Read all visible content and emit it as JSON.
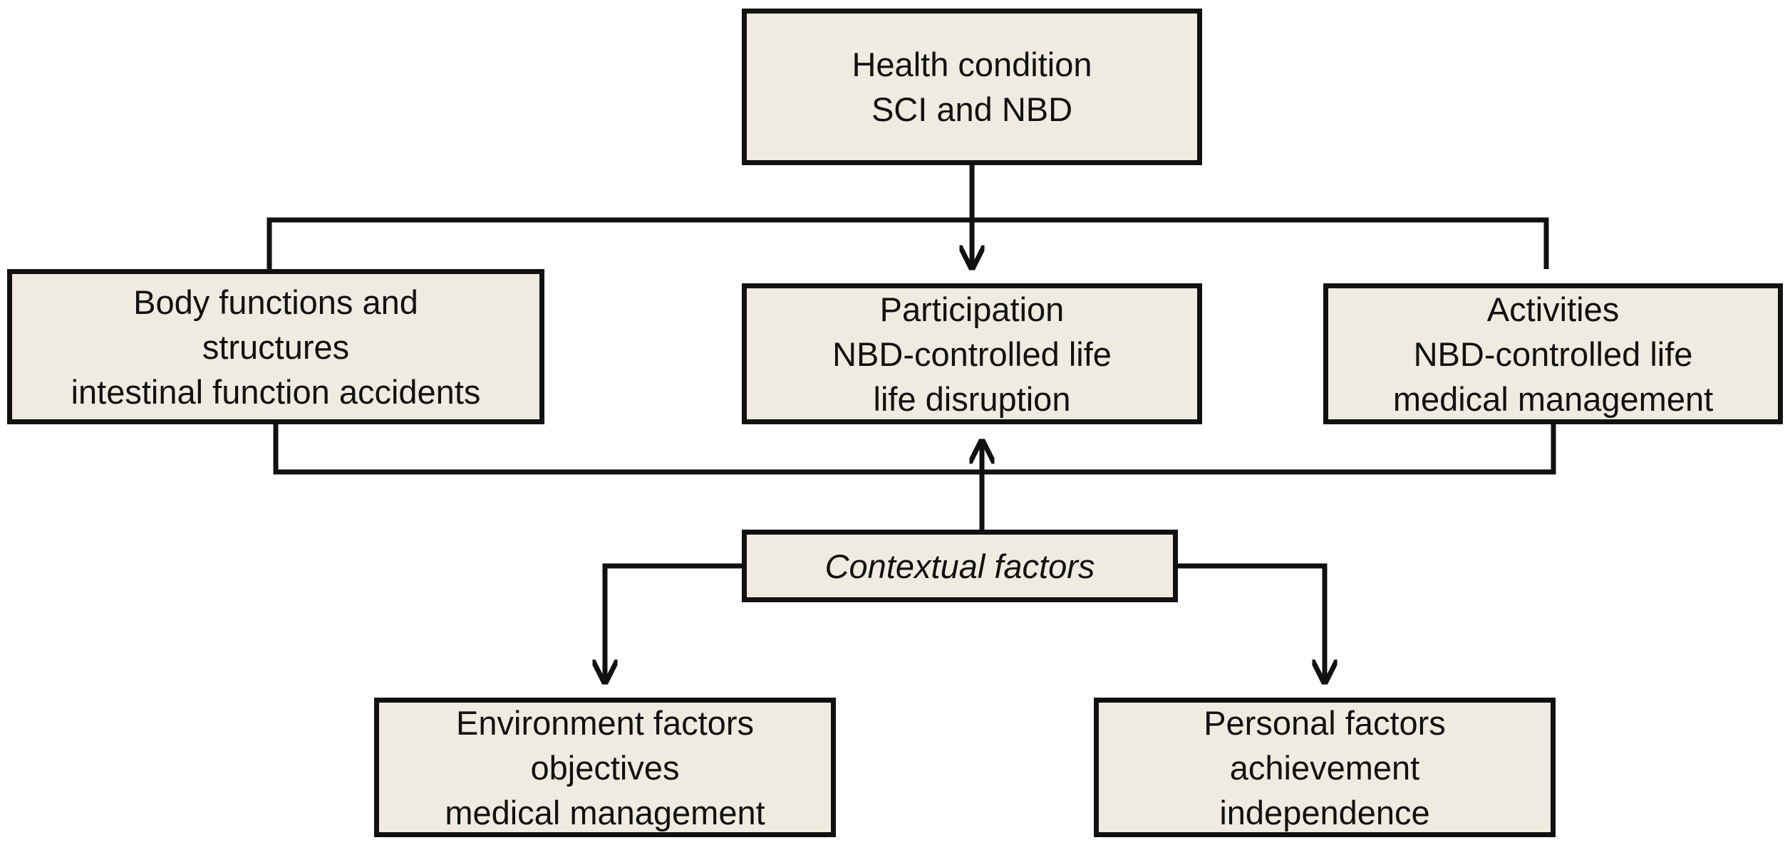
{
  "colors": {
    "box_fill": "#efebe0",
    "stroke": "#111111",
    "background": "#ffffff"
  },
  "nodes": {
    "health": {
      "lines": [
        "Health condition",
        "SCI and NBD"
      ]
    },
    "body": {
      "lines": [
        "Body functions and",
        "structures",
        "intestinal function accidents"
      ]
    },
    "participation": {
      "lines": [
        "Participation",
        "NBD-controlled life",
        "life disruption"
      ]
    },
    "activities": {
      "lines": [
        "Activities",
        "NBD-controlled life",
        "medical management"
      ]
    },
    "contextual": {
      "lines": [
        "Contextual factors"
      ]
    },
    "environment": {
      "lines": [
        "Environment factors",
        "objectives",
        "medical management"
      ]
    },
    "personal": {
      "lines": [
        "Personal factors",
        "achievement",
        "independence"
      ]
    }
  },
  "edges": [
    {
      "from": "health",
      "to": "participation"
    },
    {
      "from": "body",
      "to": "activities"
    },
    {
      "from": "body",
      "to": "participation"
    },
    {
      "from": "activities",
      "to": "participation"
    },
    {
      "from": "contextual",
      "to": "participation"
    },
    {
      "from": "contextual",
      "to": "environment"
    },
    {
      "from": "contextual",
      "to": "personal"
    }
  ]
}
